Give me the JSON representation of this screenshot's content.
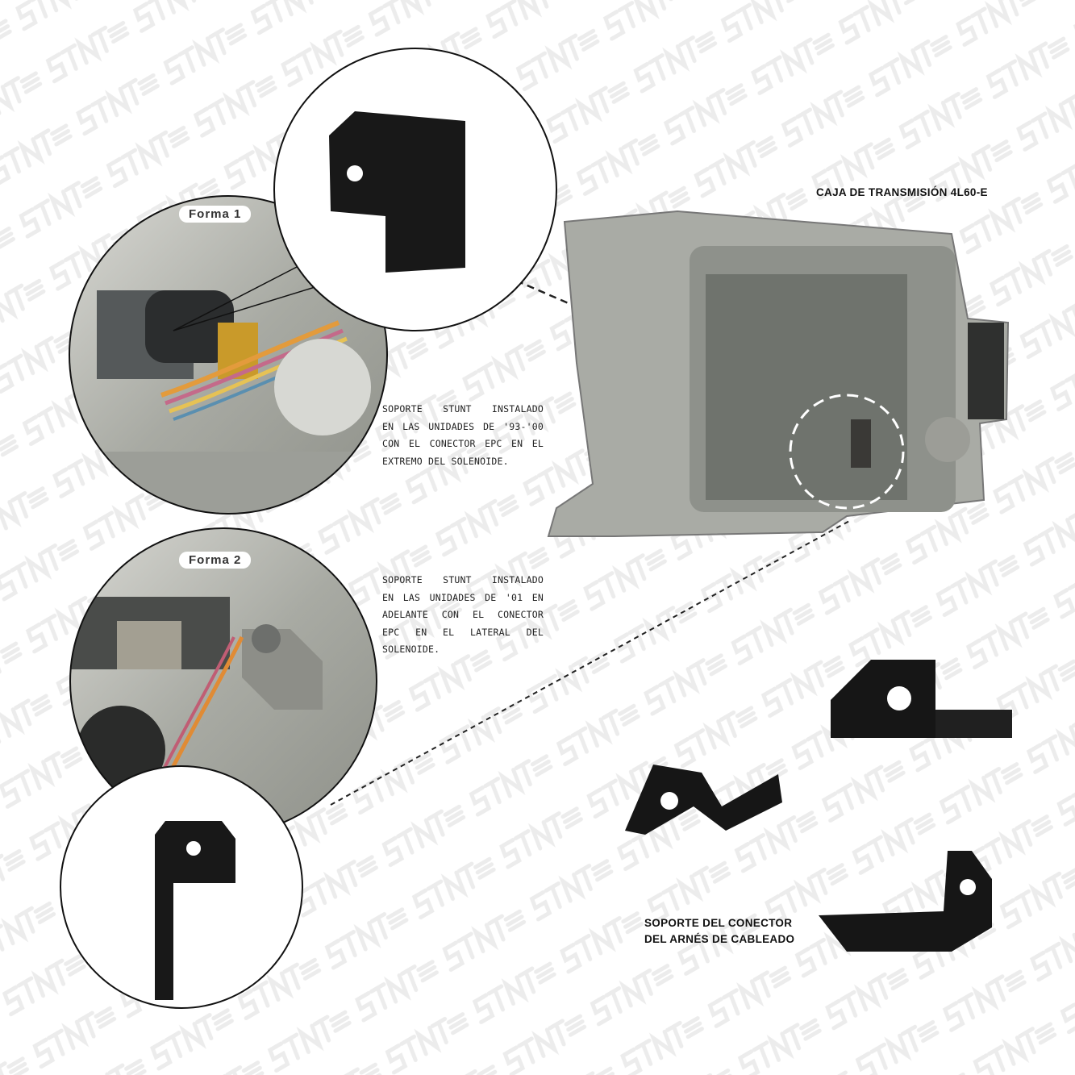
{
  "watermark": "STNT",
  "forma1": {
    "label": "Forma 1"
  },
  "forma2": {
    "label": "Forma 2"
  },
  "desc1": {
    "lines": [
      "SOPORTE STUNT INSTALADO",
      "EN LAS UNIDADES DE '93-'00",
      "CON EL CONECTOR EPC EN EL",
      "EXTREMO DEL SOLENOIDE."
    ]
  },
  "desc2": {
    "lines": [
      "SOPORTE STUNT INSTALADO",
      "EN LAS UNIDADES DE '01 EN",
      "ADELANTE CON EL CONECTOR",
      "EPC EN EL LATERAL DEL",
      "SOLENOIDE."
    ]
  },
  "transmission_title": "CAJA DE TRANSMISIÓN 4L60-E",
  "bracket_label": {
    "lines": [
      "SOPORTE DEL CONECTOR",
      "DEL ARNÉS DE CABLEADO"
    ]
  }
}
